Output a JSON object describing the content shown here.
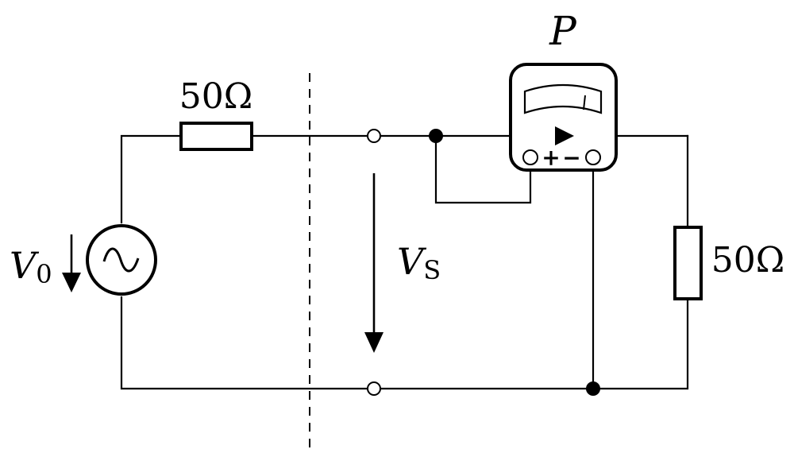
{
  "diagram": {
    "source_resistor_label": "50Ω",
    "load_resistor_label": "50Ω",
    "source_voltage": {
      "symbol": "V",
      "subscript": "0"
    },
    "port_voltage": {
      "symbol": "V",
      "subscript": "S"
    },
    "meter_label": "P",
    "meter_plus": "+",
    "meter_minus": "−"
  }
}
